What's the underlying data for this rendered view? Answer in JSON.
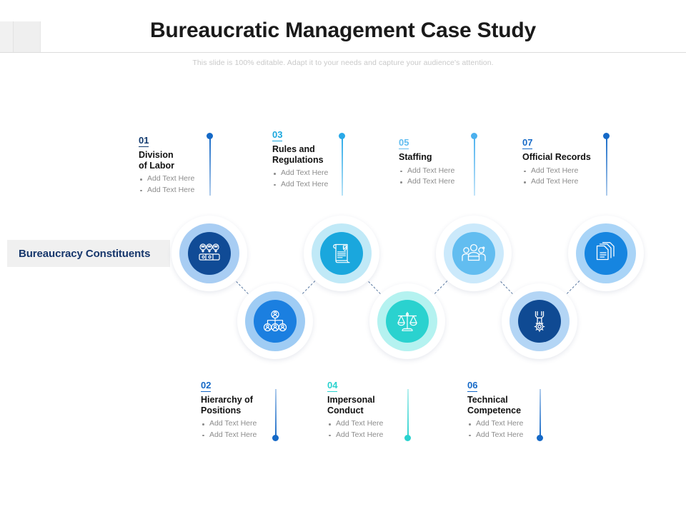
{
  "slide": {
    "title": "Bureaucratic Management Case Study",
    "subtitle": "This slide is 100% editable. Adapt it to your needs and capture your audience's attention.",
    "side_banner_label": "Bureaucracy Constituents",
    "background": "#ffffff"
  },
  "colors": {
    "navy": "#104b96",
    "navy_dark": "#0f4a93",
    "blue": "#1685e0",
    "blue_bright": "#1d8fe8",
    "cyan": "#1aa7dd",
    "sky": "#62bdf0",
    "teal": "#2ad2cf",
    "title_text": "#1a1a1a",
    "subtitle_text": "#c9c9c9",
    "bullet_text": "#8d8d8d",
    "banner_text": "#16366b",
    "banner_bg": "#f0f0f0",
    "connector": "#3a5f8f"
  },
  "nodes": [
    {
      "num": "01",
      "title": "Division of Labor",
      "title_lines": [
        "Division",
        "of Labor"
      ],
      "bullets": [
        "Add Text Here",
        "Add Text Here"
      ],
      "icon": "division-of-labor-icon",
      "core_color": "#104b96",
      "mid_color": "#a8cdf3",
      "num_color": "#10396e",
      "dot_color": "#1569c7",
      "position": "top"
    },
    {
      "num": "02",
      "title": "Hierarchy of Positions",
      "title_lines": [
        "Hierarchy of",
        "Positions"
      ],
      "bullets": [
        "Add Text Here",
        "Add Text Here"
      ],
      "icon": "org-hierarchy-icon",
      "core_color": "#1b7fe0",
      "mid_color": "#9fccf4",
      "num_color": "#1569c7",
      "dot_color": "#1569c7",
      "position": "bottom"
    },
    {
      "num": "03",
      "title": "Rules and Regulations",
      "title_lines": [
        "Rules and",
        "Regulations"
      ],
      "bullets": [
        "Add Text Here",
        "Add Text Here"
      ],
      "icon": "document-shield-icon",
      "core_color": "#1aa7dd",
      "mid_color": "#c0e9f7",
      "num_color": "#1aa7dd",
      "dot_color": "#29a9e8",
      "position": "top"
    },
    {
      "num": "04",
      "title": "Impersonal Conduct",
      "title_lines": [
        "Impersonal",
        "Conduct"
      ],
      "bullets": [
        "Add Text Here",
        "Add Text Here"
      ],
      "icon": "scales-of-justice-icon",
      "core_color": "#2ad2cf",
      "mid_color": "#b4f2f0",
      "num_color": "#2ad2cf",
      "dot_color": "#2ad2cf",
      "position": "bottom"
    },
    {
      "num": "05",
      "title": "Staffing",
      "title_lines": [
        "Staffing"
      ],
      "bullets": [
        "Add Text Here",
        "Add Text Here"
      ],
      "icon": "people-group-icon",
      "core_color": "#62bdf0",
      "mid_color": "#cbe9fb",
      "num_color": "#62bdf0",
      "dot_color": "#4bb0ee",
      "position": "top"
    },
    {
      "num": "06",
      "title": "Technical Competence",
      "title_lines": [
        "Technical",
        "Competence"
      ],
      "bullets": [
        "Add Text Here",
        "Add Text Here"
      ],
      "icon": "wrench-gear-icon",
      "core_color": "#0f4a93",
      "mid_color": "#b3d5f5",
      "num_color": "#1569c7",
      "dot_color": "#1569c7",
      "position": "bottom"
    },
    {
      "num": "07",
      "title": "Official Records",
      "title_lines": [
        "Official Records"
      ],
      "bullets": [
        "Add Text Here",
        "Add Text Here"
      ],
      "icon": "stacked-documents-icon",
      "core_color": "#1685e0",
      "mid_color": "#a9d4f7",
      "num_color": "#1569c7",
      "dot_color": "#1569c7",
      "position": "top"
    }
  ]
}
